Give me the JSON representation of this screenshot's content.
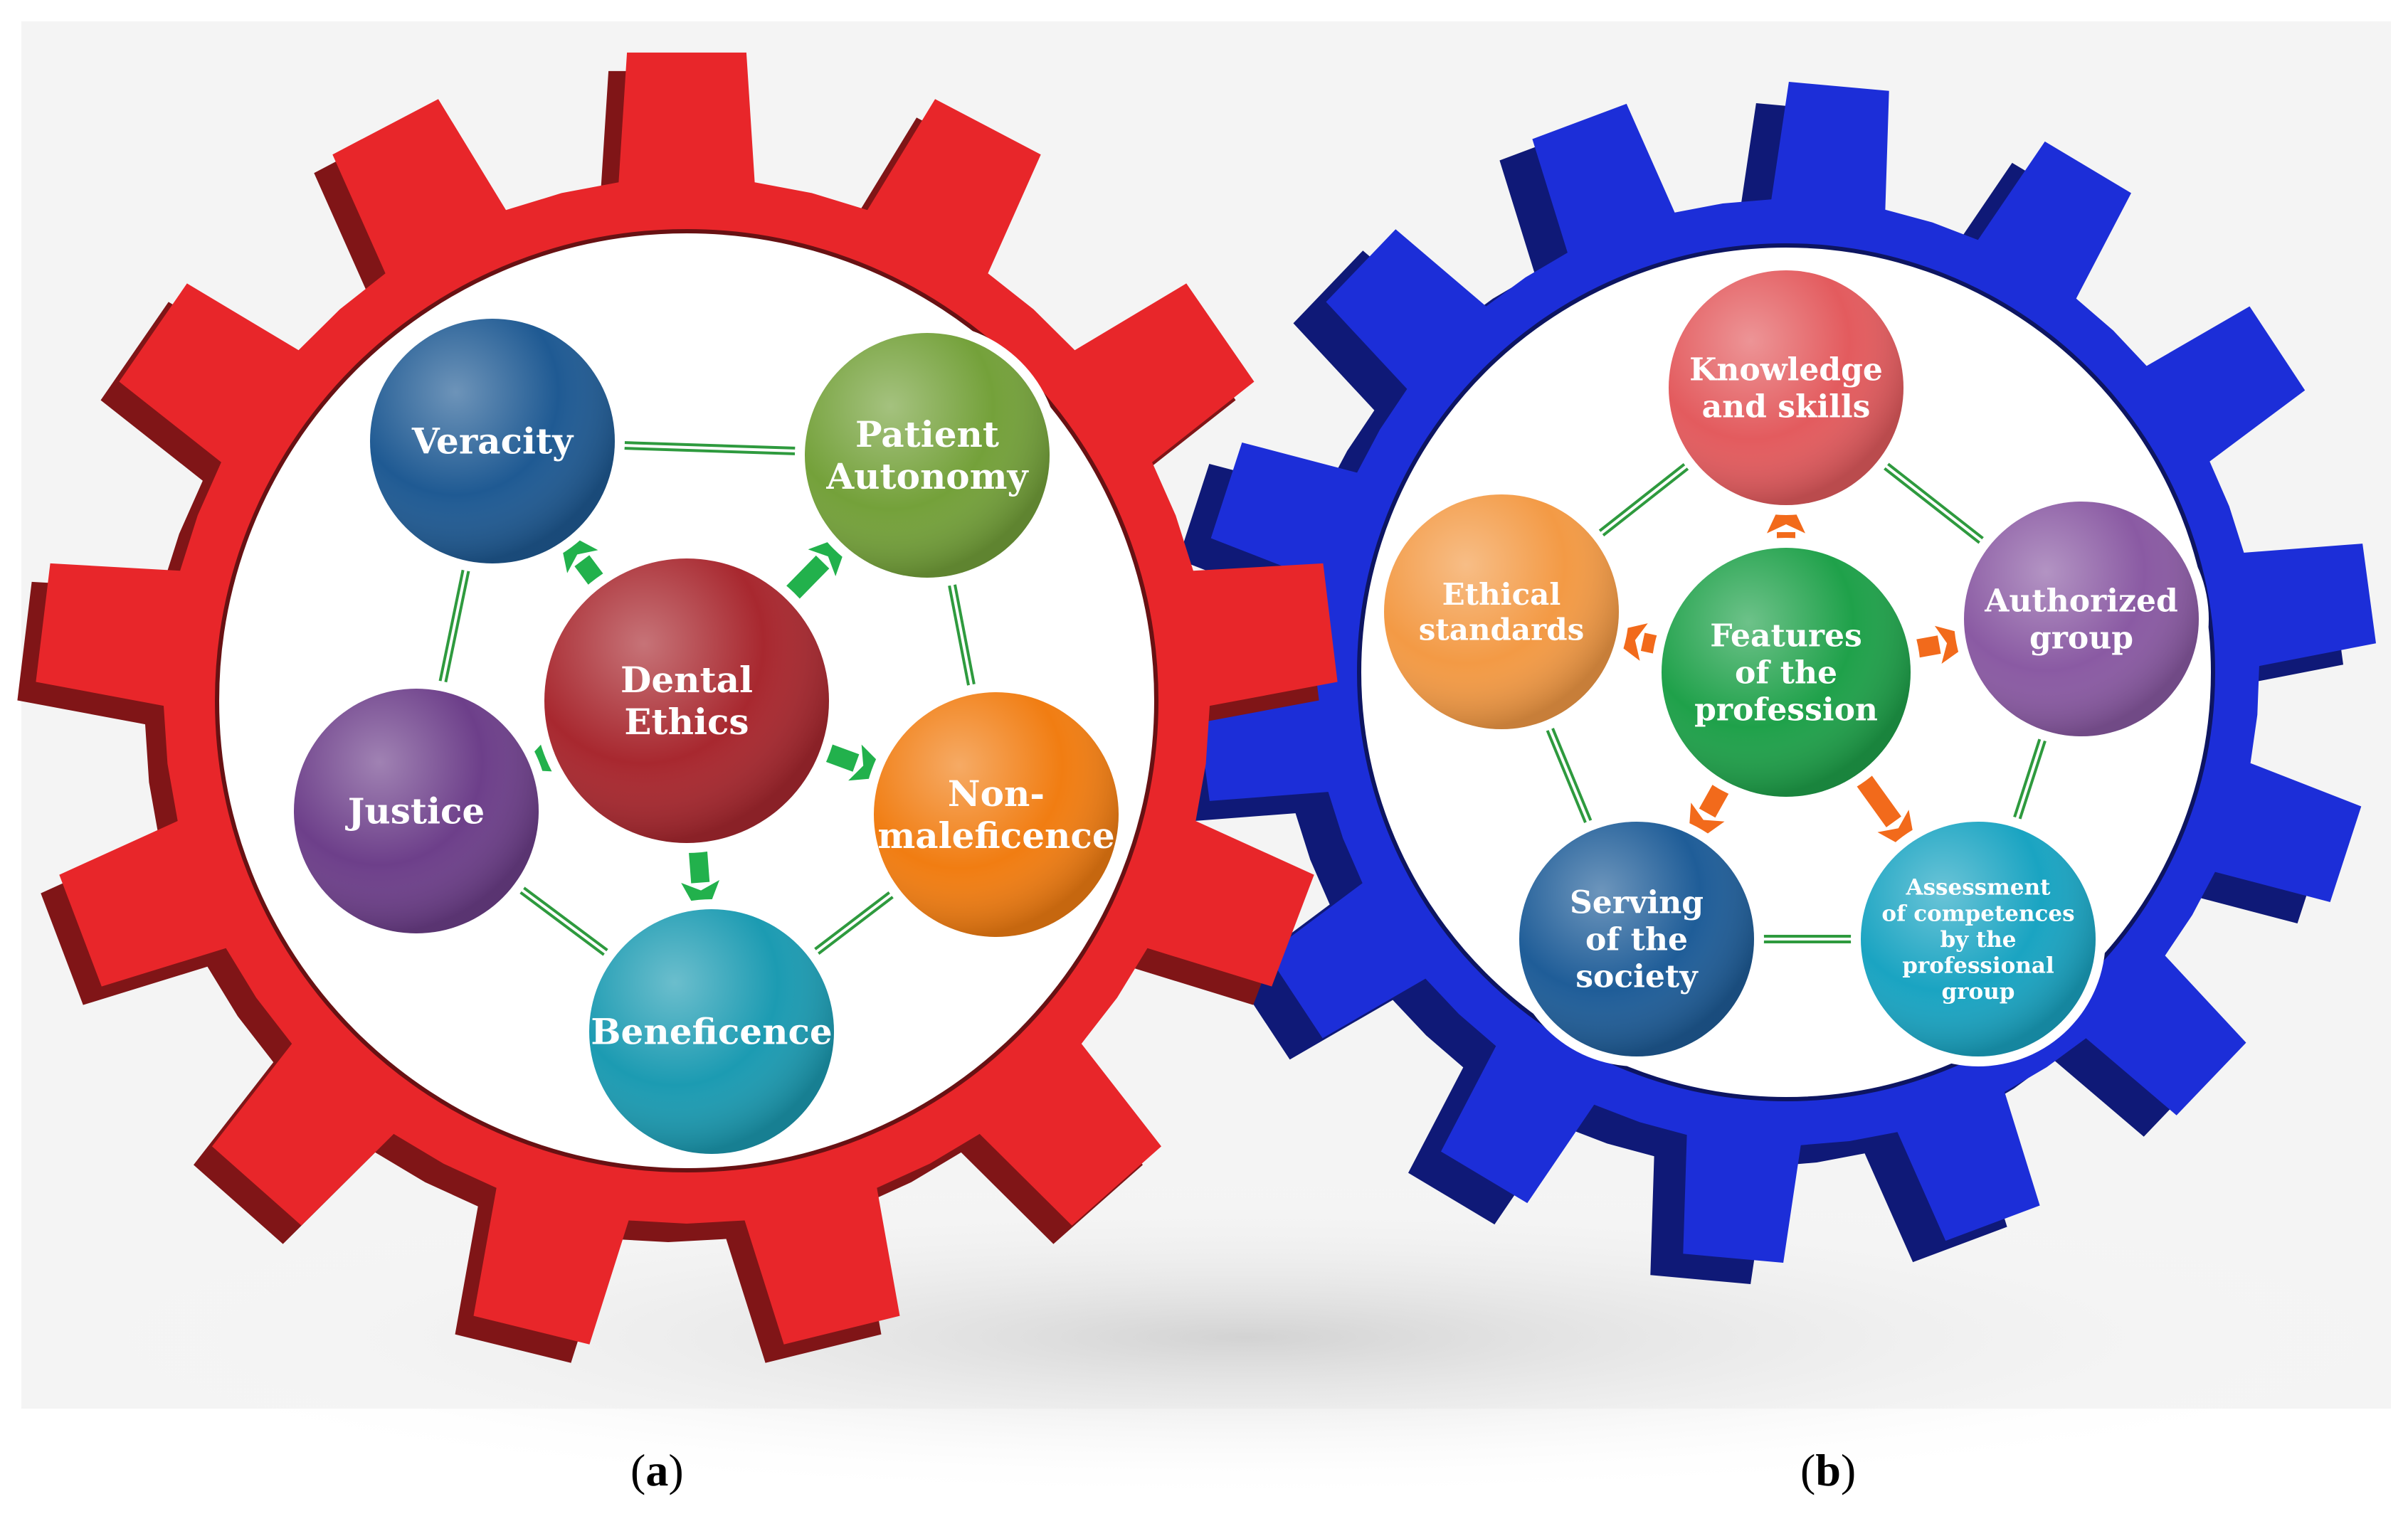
{
  "panels": [
    {
      "id": "a",
      "label_prefix": "(",
      "label_letter": "a",
      "label_suffix": ")",
      "gear_color": "#e8262a",
      "link_color": "#2e9a3e",
      "arrow_color": "#22b14c",
      "center": {
        "lines": [
          "Dental",
          "Ethics"
        ],
        "color": "#a8282f"
      },
      "nodes": [
        {
          "lines": [
            "Veracity"
          ],
          "color": "#1f5a93"
        },
        {
          "lines": [
            "Patient",
            "Autonomy"
          ],
          "color": "#74a13a"
        },
        {
          "lines": [
            "Non-",
            "maleficence"
          ],
          "color": "#f17d12"
        },
        {
          "lines": [
            "Beneficence"
          ],
          "color": "#1c9bb2"
        },
        {
          "lines": [
            "Justice"
          ],
          "color": "#6d3f8a"
        }
      ]
    },
    {
      "id": "b",
      "label_prefix": "(",
      "label_letter": "b",
      "label_suffix": ")",
      "gear_color": "#1c2ed8",
      "link_color": "#2e9a3e",
      "arrow_color": "#f26a1b",
      "center": {
        "lines": [
          "Features",
          "of the",
          "profession"
        ],
        "color": "#1fa14a"
      },
      "nodes": [
        {
          "lines": [
            "Knowledge",
            "and skills"
          ],
          "color": "#e35b5e"
        },
        {
          "lines": [
            "Authorized",
            "group"
          ],
          "color": "#8a5aa3"
        },
        {
          "lines": [
            "Assessment",
            "of competences",
            "by the",
            "professional",
            "group"
          ],
          "color": "#1aa4c2"
        },
        {
          "lines": [
            "Serving",
            "of the",
            "society"
          ],
          "color": "#1f5d98"
        },
        {
          "lines": [
            "Ethical",
            "standards"
          ],
          "color": "#f39a45"
        }
      ]
    }
  ]
}
